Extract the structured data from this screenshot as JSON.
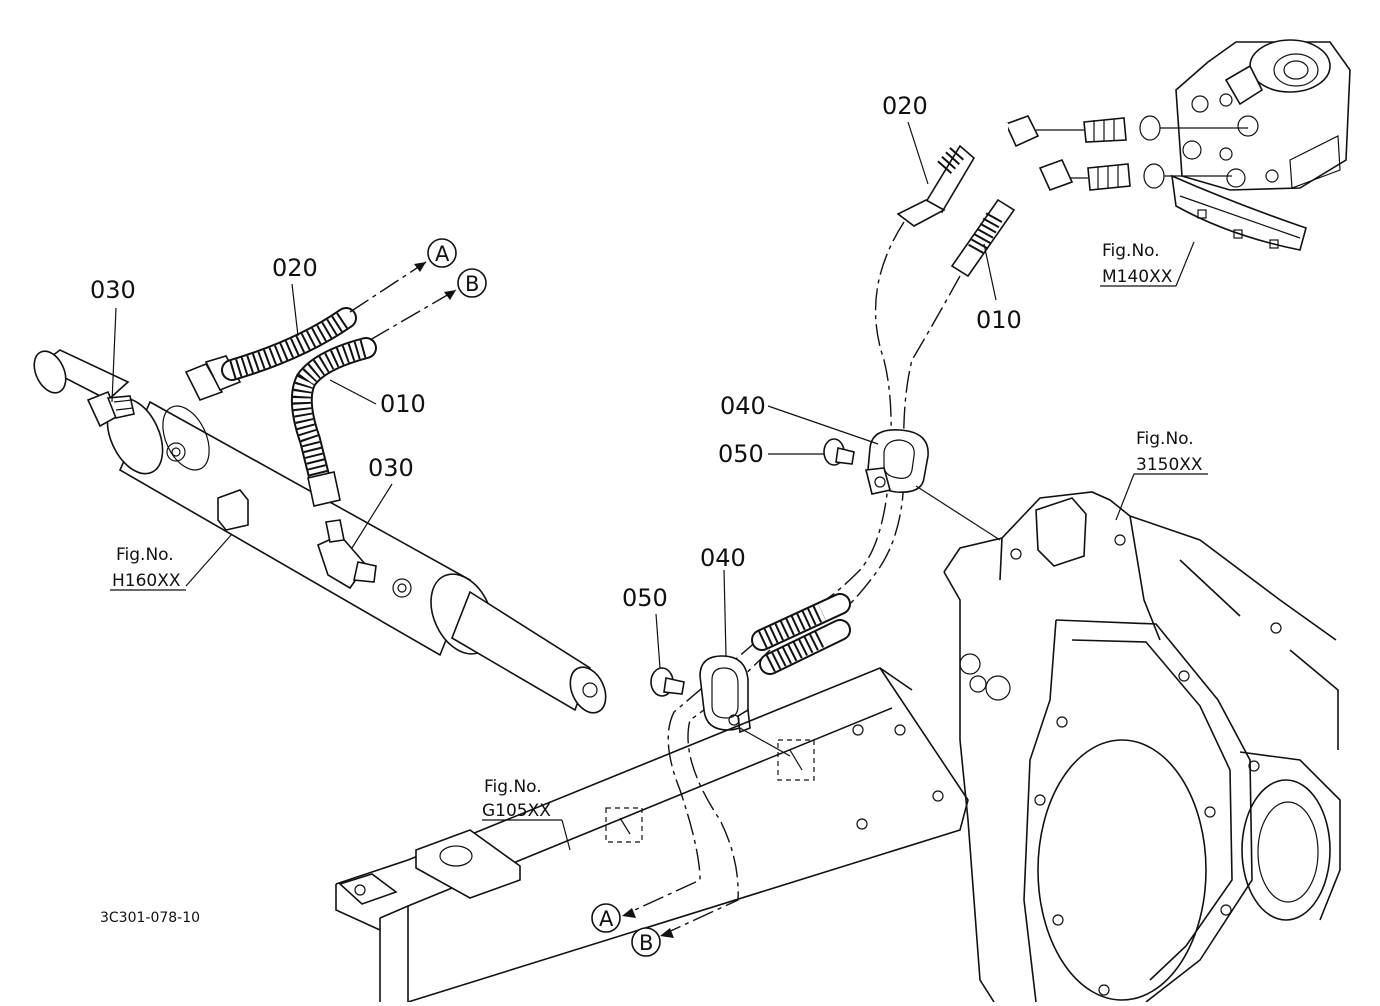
{
  "part_labels": {
    "p020_left": "020",
    "p030_left": "030",
    "p010_left": "010",
    "p030_mid": "030",
    "p020_right": "020",
    "p010_right": "010",
    "p040_upper": "040",
    "p050_upper": "050",
    "p040_lower": "040",
    "p050_lower": "050"
  },
  "connection_markers": {
    "a_top": "A",
    "b_top": "B",
    "a_bottom": "A",
    "b_bottom": "B"
  },
  "figure_refs": {
    "h160": {
      "prefix": "Fig.No.",
      "code": "H160XX"
    },
    "m140": {
      "prefix": "Fig.No.",
      "code": "M140XX"
    },
    "g105": {
      "prefix": "Fig.No.",
      "code": "G105XX"
    },
    "f3150": {
      "prefix": "Fig.No.",
      "code": "3150XX"
    }
  },
  "drawing_code": "3C301-078-10"
}
